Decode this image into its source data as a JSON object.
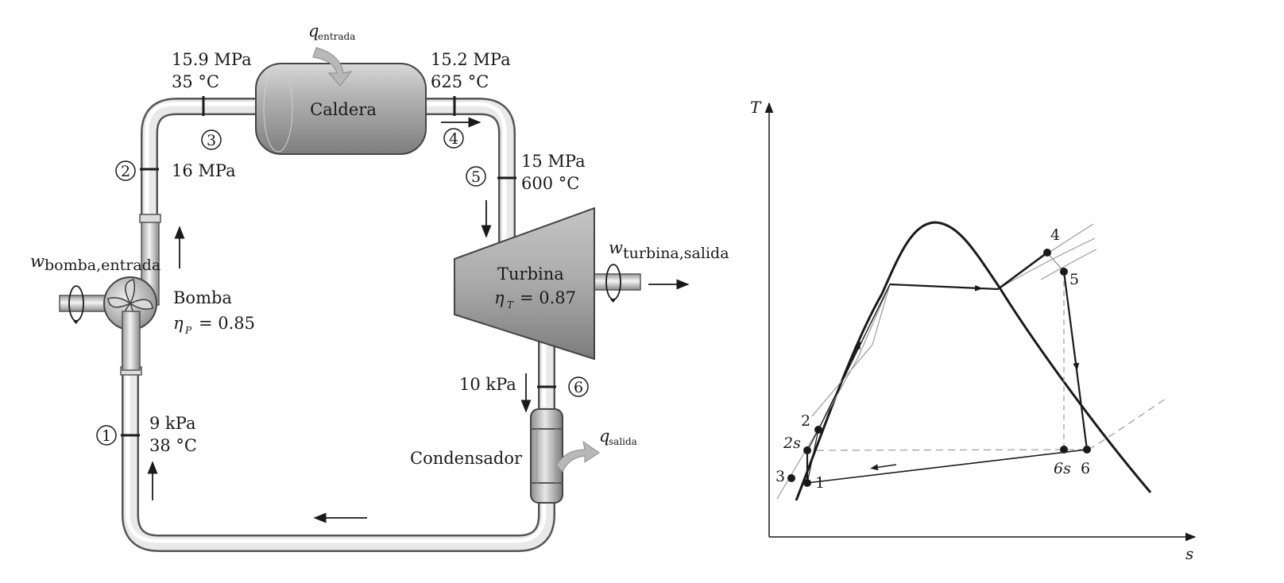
{
  "rankine": {
    "boiler": {
      "label": "Caldera",
      "heat_in": {
        "symbol": "q",
        "subscript": "entrada"
      }
    },
    "turbine": {
      "label": "Turbina",
      "eta_symbol": "η",
      "eta_sub": "T",
      "eta_value": "= 0.87",
      "work": {
        "symbol": "w",
        "subscript": "turbina,salida"
      }
    },
    "pump": {
      "label": "Bomba",
      "eta_symbol": "η",
      "eta_sub": "P",
      "eta_value": "= 0.85",
      "work": {
        "symbol": "w",
        "subscript": "bomba,entrada"
      }
    },
    "condenser": {
      "label": "Condensador",
      "heat_out": {
        "symbol": "q",
        "subscript": "salida"
      }
    },
    "states": {
      "s1": {
        "id": "1",
        "pressure": "9 kPa",
        "temperature": "38 °C"
      },
      "s2": {
        "id": "2",
        "pressure": "16 MPa"
      },
      "s3": {
        "id": "3",
        "pressure": "15.9 MPa",
        "temperature": "35 °C"
      },
      "s4": {
        "id": "4",
        "pressure": "15.2 MPa",
        "temperature": "625 °C"
      },
      "s5": {
        "id": "5",
        "pressure": "15 MPa",
        "temperature": "600 °C"
      },
      "s6": {
        "id": "6",
        "pressure": "10 kPa"
      }
    }
  },
  "ts_diagram": {
    "y_axis": "T",
    "x_axis": "s",
    "points": {
      "p1": "1",
      "p2": "2",
      "p2s": "2s",
      "p3": "3",
      "p4": "4",
      "p5": "5",
      "p6": "6",
      "p6s": "6s"
    }
  },
  "colors": {
    "line": "#1a1a1a",
    "pipe_light": "#f2f2f2",
    "pipe_dark": "#8a8a8a",
    "gray_arrow": "#9a9a9a"
  }
}
